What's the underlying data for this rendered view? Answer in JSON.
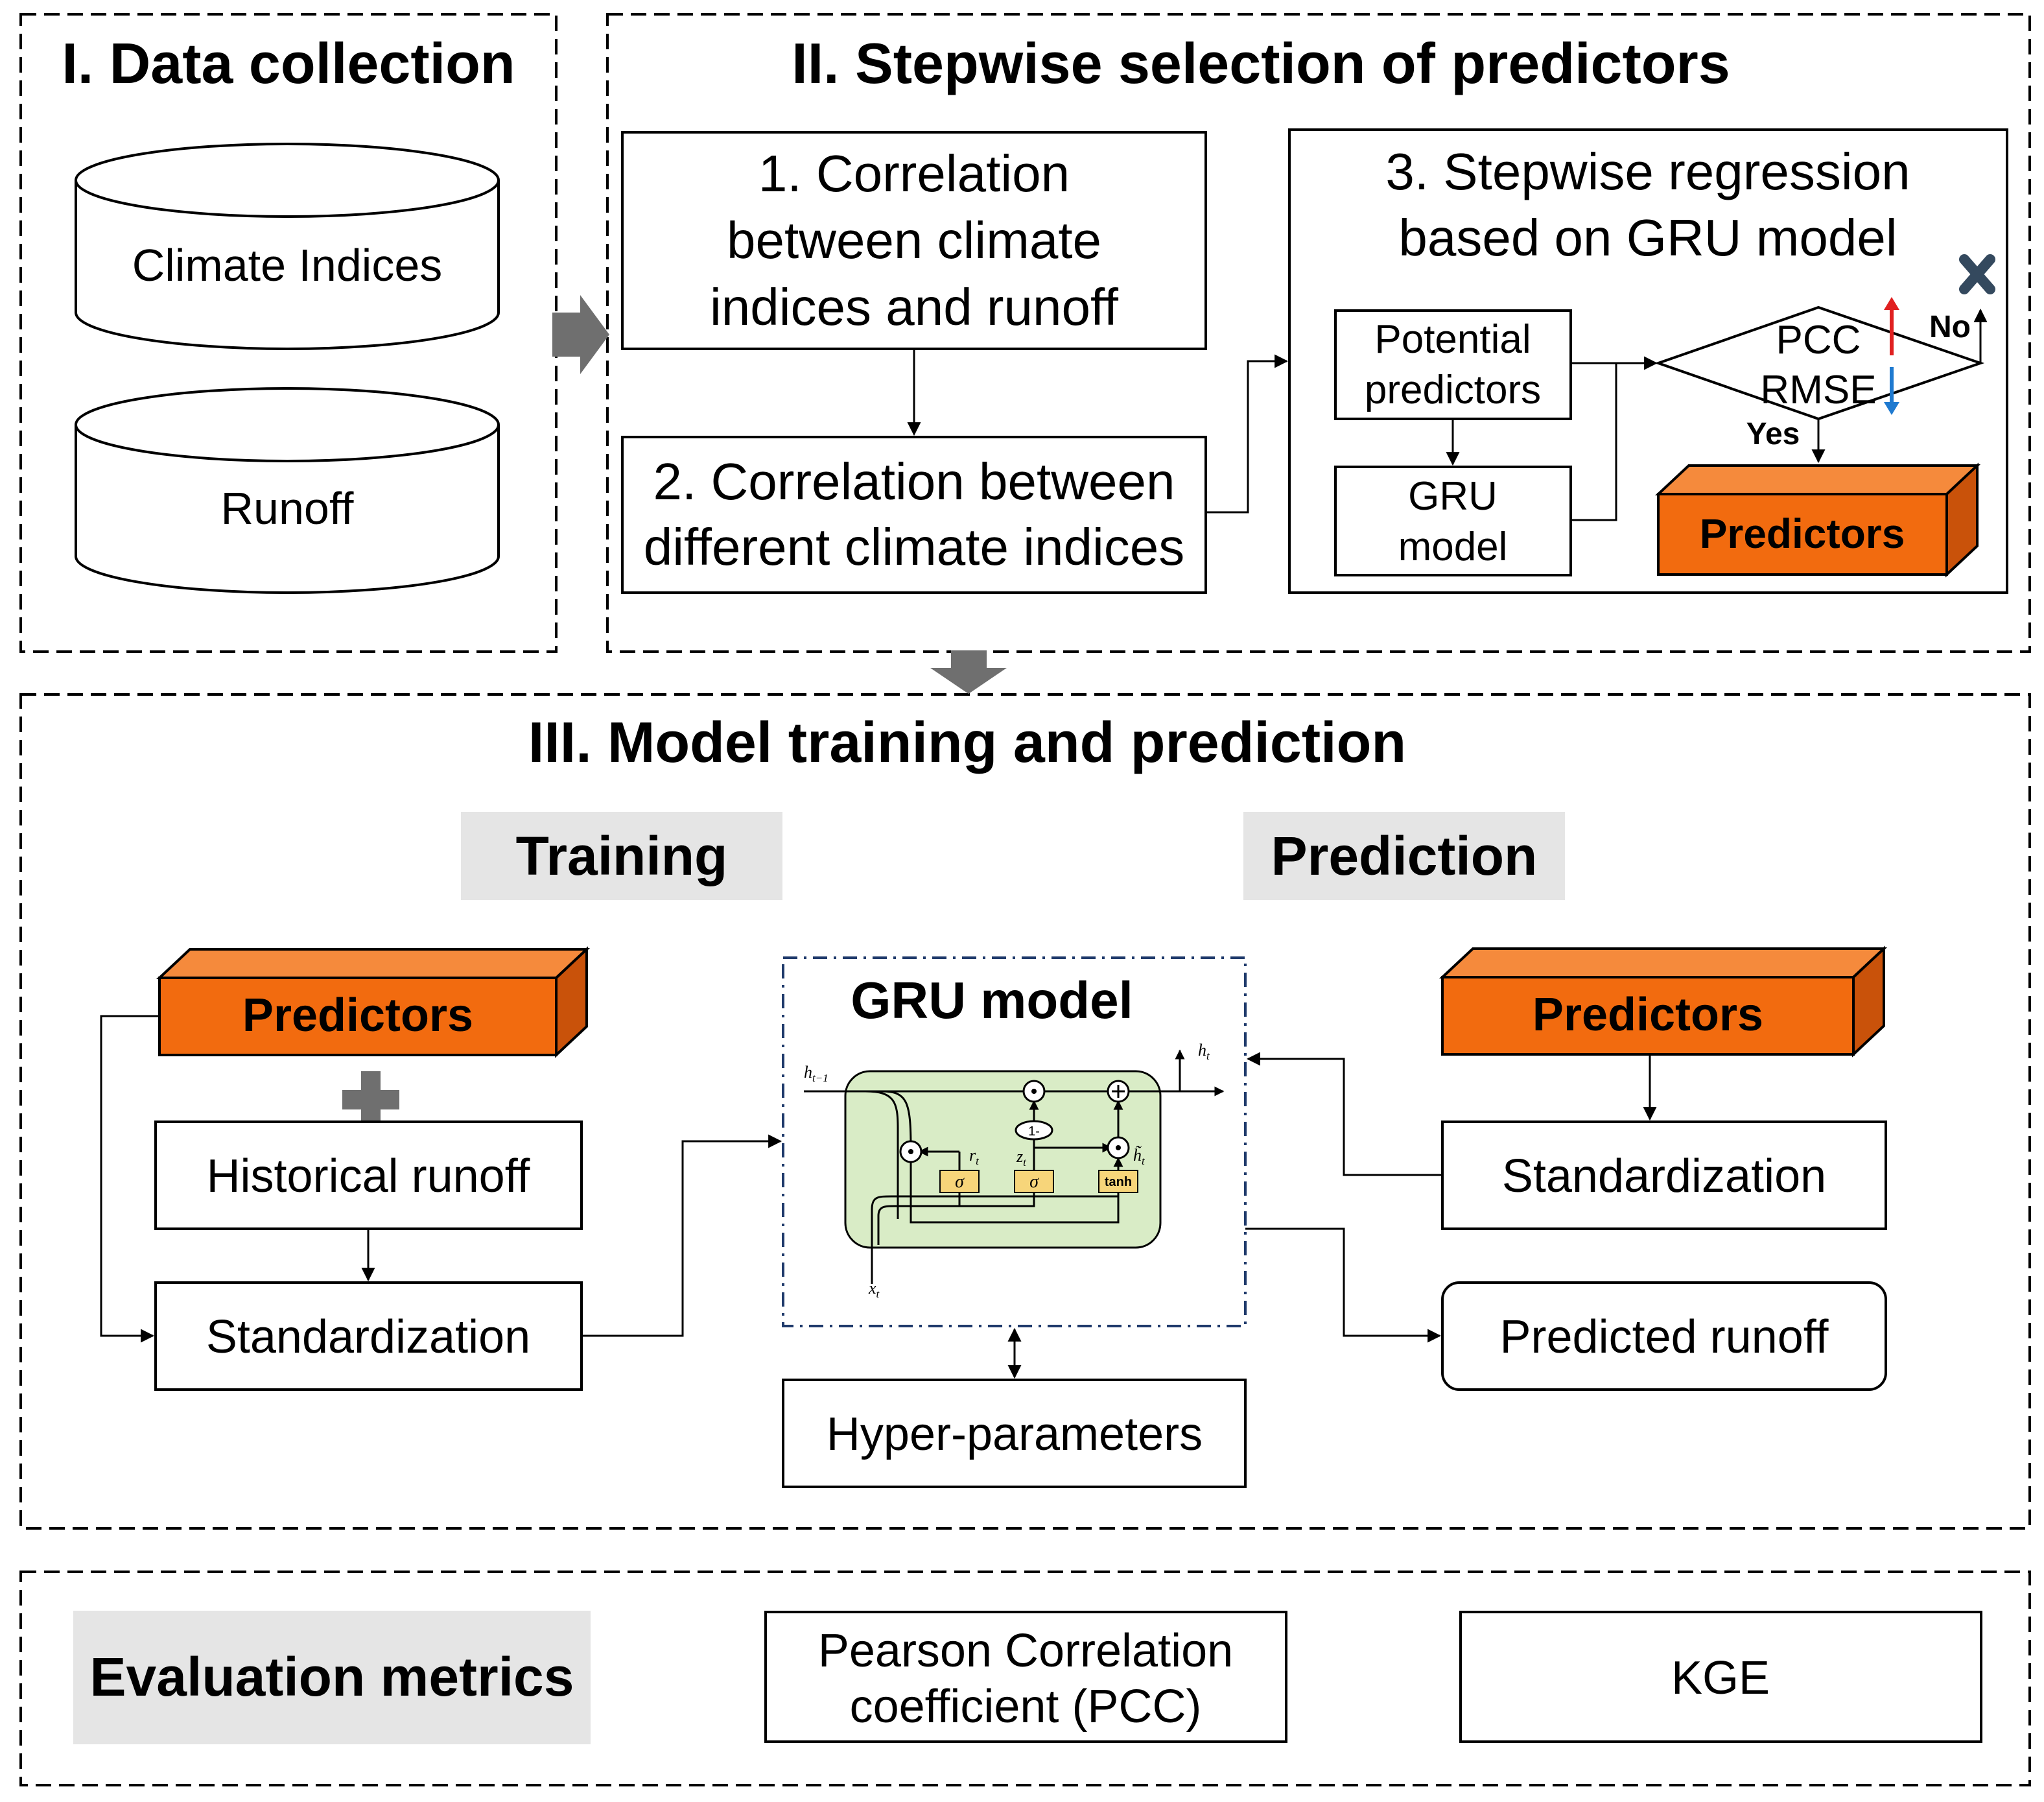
{
  "sections": {
    "data_collection": {
      "title": "I. Data collection",
      "items": [
        "Climate Indices",
        "Runoff"
      ]
    },
    "stepwise": {
      "title": "II. Stepwise selection of predictors",
      "step1": [
        "1. Correlation",
        "between climate",
        "indices and runoff"
      ],
      "step2": [
        "2. Correlation between",
        "different climate indices"
      ],
      "step3": {
        "title": [
          "3. Stepwise regression",
          "based on GRU model"
        ],
        "potential": [
          "Potential",
          "predictors"
        ],
        "gru": [
          "GRU",
          "model"
        ],
        "decision": [
          "PCC",
          "RMSE"
        ],
        "yes": "Yes",
        "no": "No",
        "predictors": "Predictors"
      }
    },
    "model": {
      "title": "III. Model training and prediction",
      "training_label": "Training",
      "prediction_label": "Prediction",
      "train_predictors": "Predictors",
      "historical_runoff": "Historical runoff",
      "train_standardization": "Standardization",
      "gru_title": "GRU model",
      "gru_cell": {
        "h_prev": "h",
        "h_prev_sub": "t−1",
        "h_out": "h",
        "h_out_sub": "t",
        "x_in": "x",
        "x_in_sub": "t",
        "r": "r",
        "r_sub": "t",
        "z": "z",
        "z_sub": "t",
        "h_tilde": "h̃",
        "h_tilde_sub": "t",
        "sigma": "σ",
        "tanh": "tanh",
        "one_minus": "1-"
      },
      "hyper": "Hyper-parameters",
      "pred_predictors": "Predictors",
      "pred_standardization": "Standardization",
      "predicted_runoff": "Predicted runoff"
    },
    "evaluation": {
      "label": "Evaluation metrics",
      "pcc": [
        "Pearson Correlation",
        "coefficient (PCC)"
      ],
      "kge": "KGE"
    }
  },
  "colors": {
    "orange_front": "#f26b0f",
    "orange_top": "#f58a3c",
    "orange_side": "#c9520a",
    "grey_label": "#e5e5e5",
    "arrow_grey": "#6f6f6f",
    "gru_green": "#d9ecc6",
    "gate_yellow": "#f7d57a",
    "up_red": "#e02020",
    "down_blue": "#1f7ad0",
    "cross": "#34495e"
  }
}
